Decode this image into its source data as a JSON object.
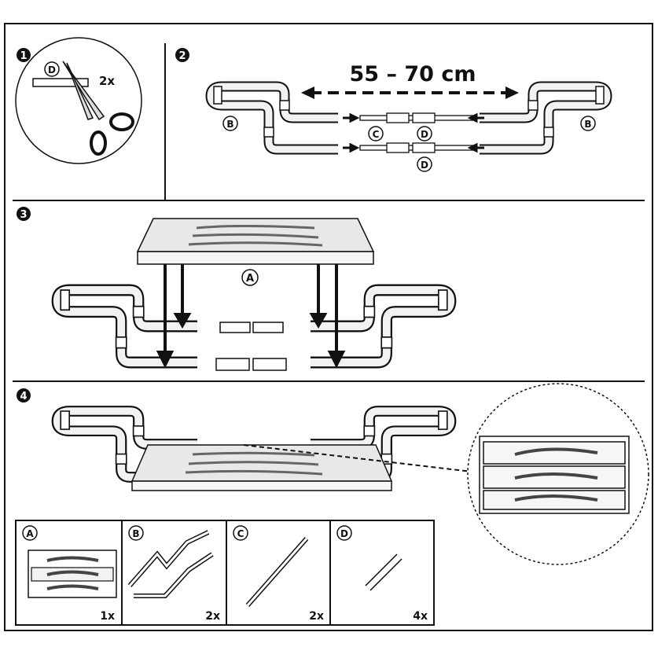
{
  "steps": [
    {
      "number": "1",
      "part_label": "D",
      "quantity": "2x"
    },
    {
      "number": "2",
      "dimension": "55 – 70 cm",
      "labels": [
        "B",
        "C",
        "D",
        "D",
        "B"
      ]
    },
    {
      "number": "3",
      "part_label": "A"
    },
    {
      "number": "4"
    }
  ],
  "parts": [
    {
      "label": "A",
      "quantity": "1x"
    },
    {
      "label": "B",
      "quantity": "2x"
    },
    {
      "label": "C",
      "quantity": "2x"
    },
    {
      "label": "D",
      "quantity": "4x"
    }
  ]
}
